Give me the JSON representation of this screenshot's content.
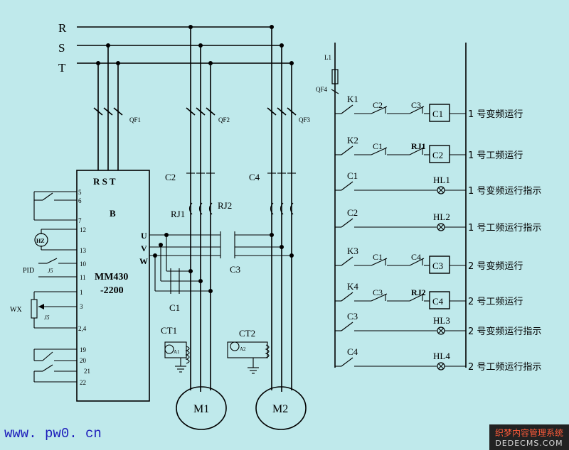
{
  "phases": {
    "r": "R",
    "s": "S",
    "t": "T"
  },
  "breakers": {
    "qf1": "QF1",
    "qf2": "QF2",
    "qf3": "QF3",
    "qf4": "QF4",
    "l1": "L1"
  },
  "inverter": {
    "rst": "R S T",
    "block": "B",
    "model": "MM430",
    "submodel": "-2200",
    "u": "U",
    "v": "V",
    "w": "W",
    "t5": "5",
    "t6": "6",
    "t7": "7",
    "t12": "12",
    "t13": "13",
    "t10": "10",
    "t11": "11",
    "t1": "1",
    "t3": "3",
    "t24": "2,4",
    "t19": "19",
    "t20": "20",
    "t21": "21",
    "t22": "22"
  },
  "inputs": {
    "hz": "HZ",
    "pid": "PID",
    "j5a": "J5",
    "wx": "WX",
    "j5b": "J5"
  },
  "power": {
    "c2": "C2",
    "c4": "C4",
    "rj1": "RJ1",
    "rj2": "RJ2",
    "c1": "C1",
    "c3": "C3",
    "ct1": "CT1",
    "ct2": "CT2",
    "a1": "A1",
    "a2": "A2",
    "m1": "M1",
    "m2": "M2"
  },
  "control_rows": [
    {
      "contact": "K1",
      "c_a": "C2",
      "c_b": "C3",
      "coil": "C1",
      "desc": "1 号变频运行"
    },
    {
      "contact": "K2",
      "c_a": "C1",
      "c_b": "RJ1",
      "coil": "C2",
      "desc": "1 号工频运行"
    },
    {
      "contact": "C1",
      "lamp": "HL1",
      "desc": "1 号变频运行指示"
    },
    {
      "contact": "C2",
      "lamp": "HL2",
      "desc": "1 号工频运行指示"
    },
    {
      "contact": "K3",
      "c_a": "C1",
      "c_b": "C4",
      "coil": "C3",
      "desc": "2 号变频运行"
    },
    {
      "contact": "K4",
      "c_a": "C3",
      "c_b": "RJ2",
      "coil": "C4",
      "desc": "2 号工频运行"
    },
    {
      "contact": "C3",
      "lamp": "HL3",
      "desc": "2 号变频运行指示"
    },
    {
      "contact": "C4",
      "lamp": "HL4",
      "desc": "2 号工频运行指示"
    }
  ],
  "footer": {
    "url": "www. pw0. cn",
    "watermark_cn": "织梦内容管理系统",
    "watermark_en": "DEDECMS.COM"
  }
}
